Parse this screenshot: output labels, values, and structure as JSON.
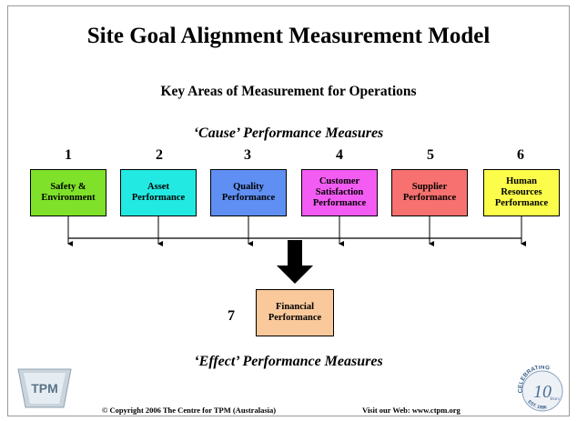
{
  "title": "Site Goal Alignment Measurement Model",
  "subtitle": "Key Areas of Measurement for Operations",
  "cause_heading": "‘Cause’ Performance Measures",
  "effect_heading": "‘Effect’ Performance Measures",
  "areas": [
    {
      "number": "1",
      "label": "Safety & Environment",
      "color": "#7fe12a"
    },
    {
      "number": "2",
      "label": "Asset Performance",
      "color": "#22e9e2"
    },
    {
      "number": "3",
      "label": "Quality Performance",
      "color": "#5f8ff2"
    },
    {
      "number": "4",
      "label": "Customer Satisfaction Performance",
      "color": "#f25cf2"
    },
    {
      "number": "5",
      "label": "Supplier Performance",
      "color": "#f6716f"
    },
    {
      "number": "6",
      "label": "Human Resources Performance",
      "color": "#fcfc4a"
    }
  ],
  "outcome": {
    "number": "7",
    "label": "Financial Performance",
    "color": "#f9c89b"
  },
  "footer": {
    "copyright": "Copyright 2006 The Centre for TPM (Australasia)",
    "website": "Visit our Web: www.ctpm.org"
  },
  "logos": {
    "left": "TPM",
    "right_top": "CELEBRATING",
    "right_number": "10",
    "right_word": "Years",
    "right_bottom": "EST. 1996"
  }
}
